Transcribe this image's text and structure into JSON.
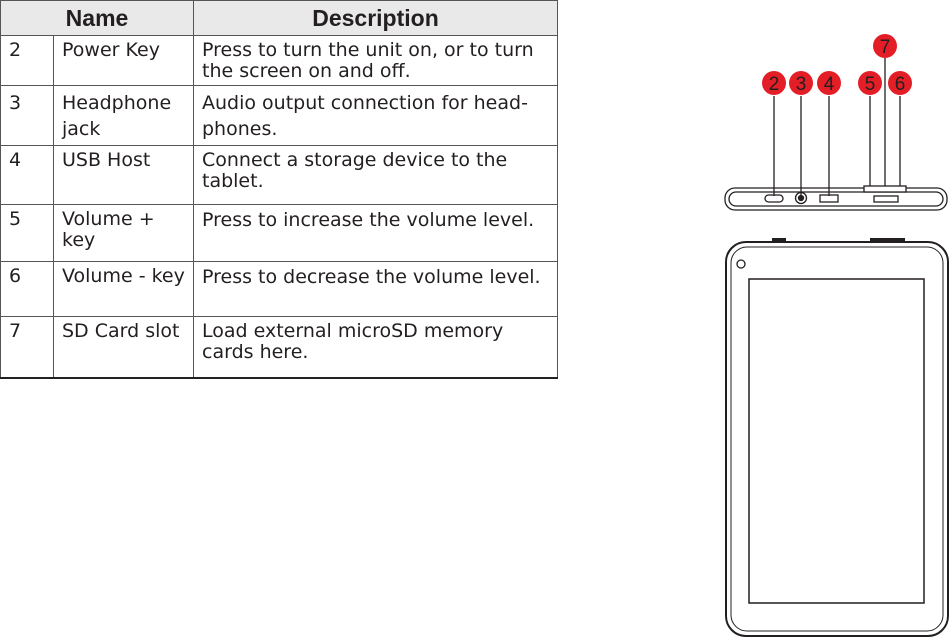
{
  "table": {
    "headers": {
      "name": "Name",
      "description": "Description"
    },
    "rows": [
      {
        "num": "2",
        "name": "Power Key",
        "description": "Press to turn the unit on, or to turn the screen on and off."
      },
      {
        "num": "3",
        "name": "Headphone jack",
        "description": "Audio output connection for head-phones."
      },
      {
        "num": "4",
        "name": "USB Host",
        "description": "Connect a storage device to the tablet."
      },
      {
        "num": "5",
        "name": "Volume + key",
        "description": "Press to increase the volume level."
      },
      {
        "num": "6",
        "name": "Volume - key",
        "description": "Press to decrease the volume level."
      },
      {
        "num": "7",
        "name": "SD Card slot",
        "description": "Load external microSD memory cards here."
      }
    ]
  },
  "device": {
    "badges": [
      "2",
      "3",
      "4",
      "5",
      "6",
      "7"
    ],
    "badge_color": "#e41e26",
    "line_color": "#231f20"
  }
}
